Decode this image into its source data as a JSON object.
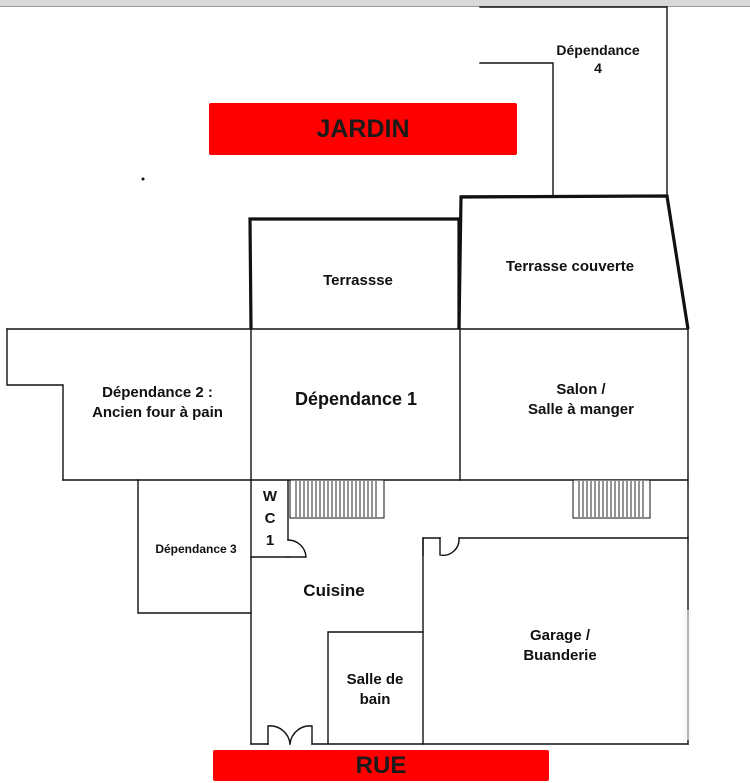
{
  "colors": {
    "banner": "#ff0000",
    "wall": "#111111",
    "background": "#ffffff"
  },
  "banners": {
    "top": "JARDIN",
    "bottom": "RUE"
  },
  "rooms": {
    "dependance4_line1": "Dépendance",
    "dependance4_line2": "4",
    "terrasse": "Terrassse",
    "terrasse_couverte": "Terrasse couverte",
    "dependance2_line1": "Dépendance 2 :",
    "dependance2_line2": "Ancien four à pain",
    "dependance1": "Dépendance 1",
    "salon_line1": "Salon /",
    "salon_line2": "Salle à manger",
    "wc_line1": "W",
    "wc_line2": "C",
    "wc_line3": "1",
    "dependance3": "Dépendance 3",
    "cuisine": "Cuisine",
    "sdb_line1": "Salle de",
    "sdb_line2": "bain",
    "garage_line1": "Garage /",
    "garage_line2": "Buanderie"
  }
}
